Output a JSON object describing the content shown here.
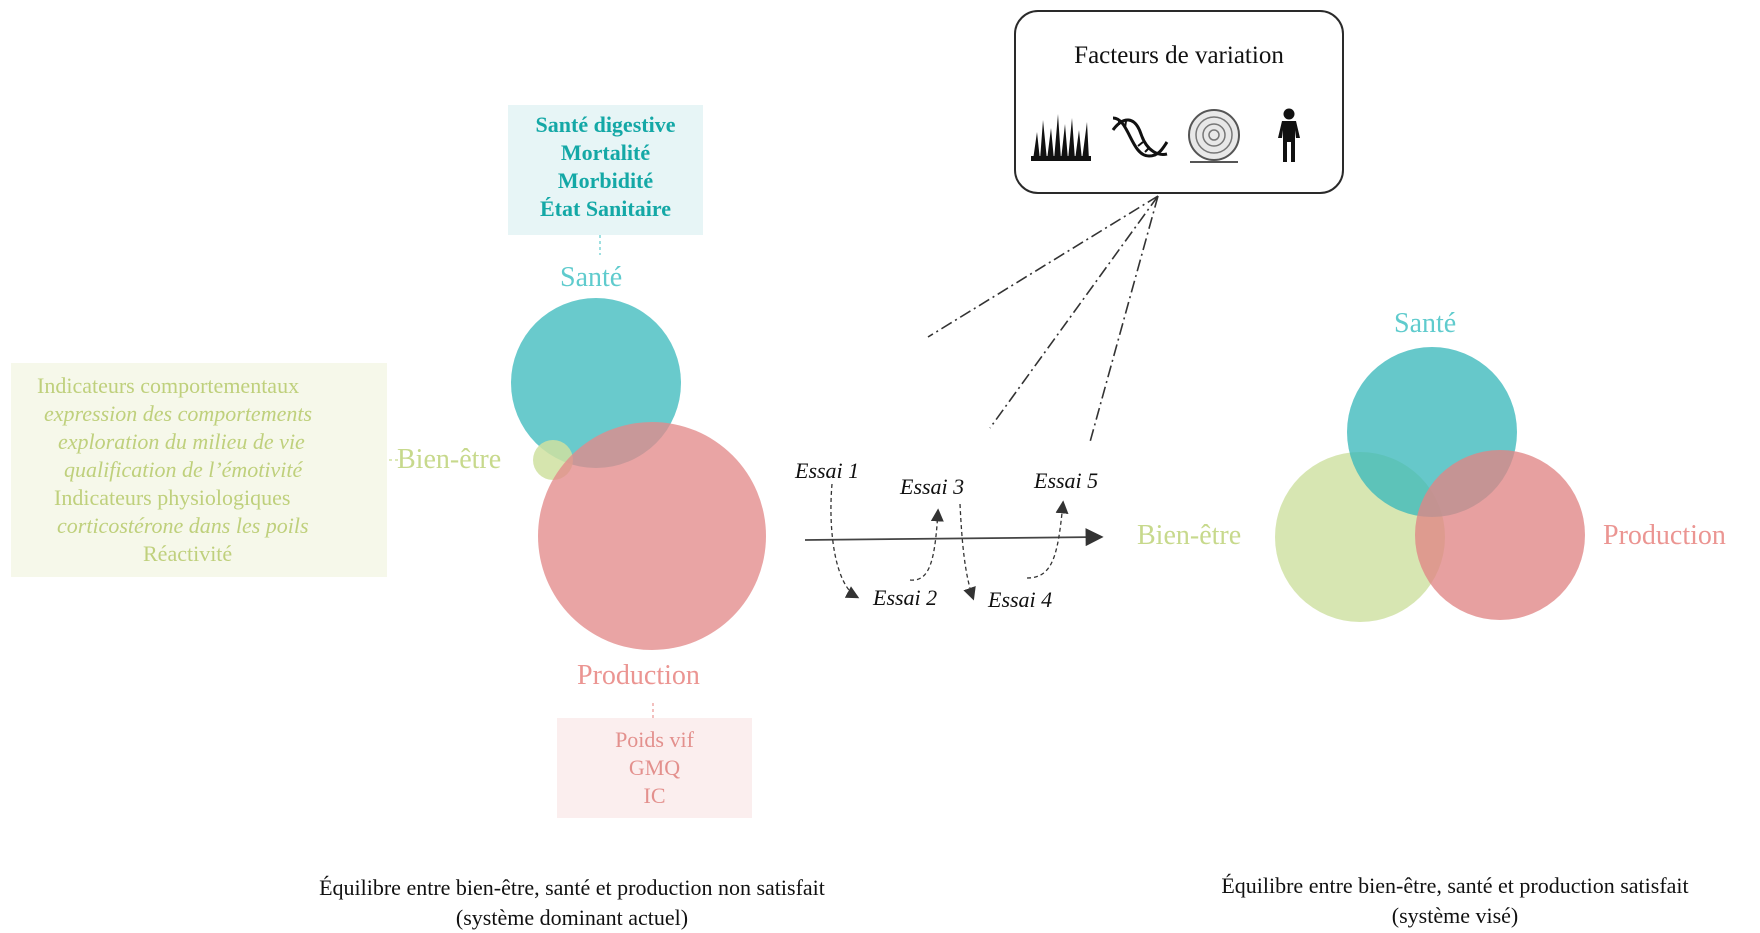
{
  "left_diagram": {
    "sante_label": "Santé",
    "bien_etre_label": "Bien-être",
    "production_label": "Production",
    "sante_indicators": [
      "Santé digestive",
      "Mortalité",
      "Morbidité",
      "État Sanitaire"
    ],
    "bien_etre_indicators": [
      "Indicateurs comportementaux",
      "expression des comportements",
      "exploration du milieu de vie",
      "qualification de l’émotivité",
      "Indicateurs physiologiques",
      "corticostérone dans les poils",
      "Réactivité"
    ],
    "production_indicators": [
      "Poids vif",
      "GMQ",
      "IC"
    ],
    "caption_line1": "Équilibre entre bien-être, santé et production non satisfait",
    "caption_line2": "(système dominant actuel)"
  },
  "factors": {
    "title": "Facteurs de variation",
    "icons": [
      "grass-icon",
      "dna-icon",
      "hay-bale-icon",
      "person-icon"
    ]
  },
  "trials": {
    "essai1": "Essai 1",
    "essai2": "Essai 2",
    "essai3": "Essai 3",
    "essai4": "Essai 4",
    "essai5": "Essai 5"
  },
  "right_diagram": {
    "sante_label": "Santé",
    "bien_etre_label": "Bien-être",
    "production_label": "Production",
    "caption_line1": "Équilibre entre bien-être, santé et production satisfait",
    "caption_line2": "(système visé)"
  },
  "colors": {
    "sante": "#4fc1c3",
    "bien_etre": "#cfe0a0",
    "production": "#e59595"
  }
}
